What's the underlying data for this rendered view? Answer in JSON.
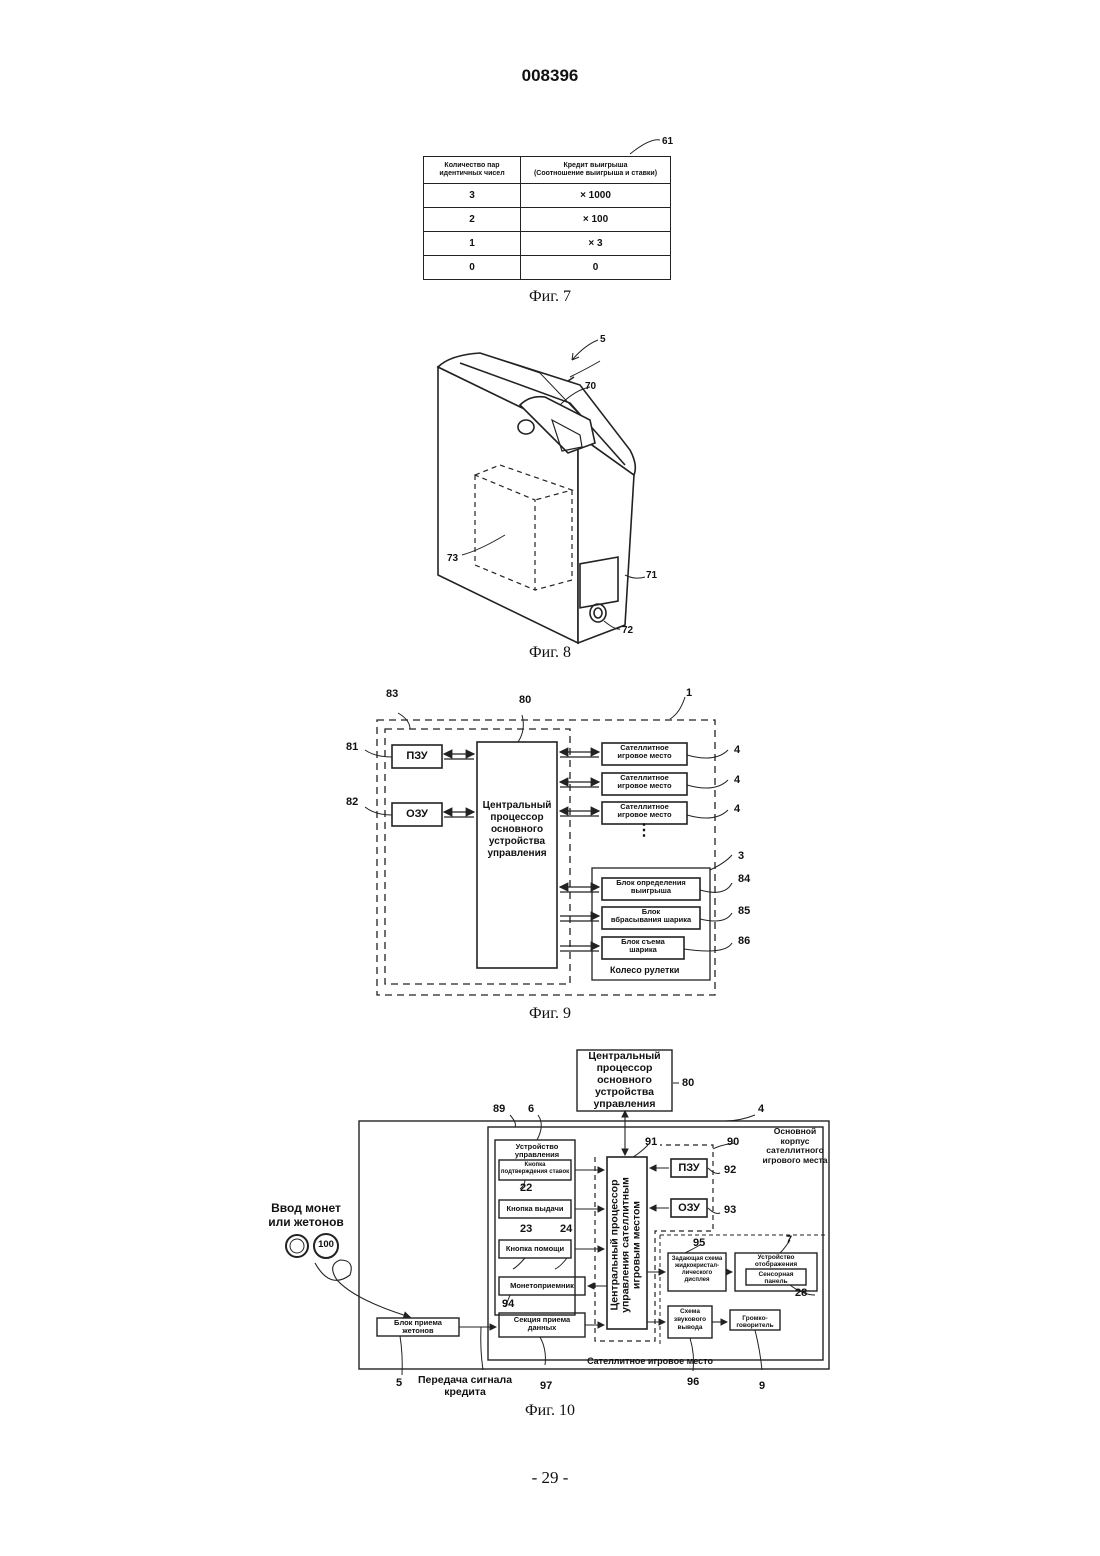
{
  "header": {
    "doc_number": "008396"
  },
  "fig7": {
    "ref": "61",
    "col_headers": [
      "Количество пар идентичных чисел",
      "Кредит выигрыша (Соотношение выигрыша и ставки)"
    ],
    "col_header_lines": [
      [
        "Количество пар",
        "идентичных чисел"
      ],
      [
        "Кредит выигрыша",
        "(Соотношение выигрыша и ставки)"
      ]
    ],
    "rows": [
      [
        "3",
        "× 1000"
      ],
      [
        "2",
        "× 100"
      ],
      [
        "1",
        "× 3"
      ],
      [
        "0",
        "0"
      ]
    ],
    "caption": "Фиг. 7"
  },
  "fig8": {
    "refs": {
      "device": "5",
      "slot": "70",
      "display": "71",
      "knob": "72",
      "inner": "73"
    },
    "caption": "Фиг. 8"
  },
  "fig9": {
    "refs": {
      "system": "1",
      "main": "83",
      "cpu": "80",
      "rom": "81",
      "ram": "82",
      "roulette": "3",
      "win": "84",
      "throw": "85",
      "remove": "86",
      "sat": "4"
    },
    "rom": "ПЗУ",
    "ram": "ОЗУ",
    "cpu_lines": [
      "Центральный",
      "процессор",
      "основного",
      "устройства",
      "управления"
    ],
    "satellite_lines": [
      "Сателлитное",
      "игровое место"
    ],
    "win_lines": [
      "Блок определения",
      "выигрыша"
    ],
    "throw_lines": [
      "Блок",
      "вбрасывания шарика"
    ],
    "remove_lines": [
      "Блок съема",
      "шарика"
    ],
    "roulette": "Колесо рулетки",
    "dots": "⋮",
    "caption": "Фиг. 9"
  },
  "fig10": {
    "refs": {
      "cpu": "80",
      "station": "4",
      "housing": "89",
      "control": "6",
      "sat_cpu": "91",
      "sub": "90",
      "rom": "92",
      "ram": "93",
      "btn_confirm": "22",
      "btn_pay": "23",
      "btn_help": "24",
      "coin": "94",
      "lcd": "95",
      "display": "7",
      "touch": "28",
      "data_rx": "97",
      "audio": "96",
      "speaker": "9",
      "token": "5"
    },
    "cpu_lines": [
      "Центральный",
      "процессор",
      "основного",
      "устройства",
      "управления"
    ],
    "housing_lines": [
      "Основной",
      "корпус",
      "сателлитного",
      "игрового места"
    ],
    "control_lines": [
      "Устройство",
      "управления"
    ],
    "btn_confirm_lines": [
      "Кнопка",
      "подтверждения ставок"
    ],
    "btn_pay": "Кнопка выдачи",
    "btn_help": "Кнопка помощи",
    "coin": "Монетоприемник",
    "data_rx_lines": [
      "Секция приема",
      "данных"
    ],
    "sat_cpu_lines": [
      "Центральный процессор",
      "управления сателлитным",
      "игровым местом"
    ],
    "rom": "ПЗУ",
    "ram": "ОЗУ",
    "lcd_lines": [
      "Задающая схема",
      "жидкокристал-",
      "лического",
      "дисплея"
    ],
    "display_lines": [
      "Устройство",
      "отображения"
    ],
    "touch_lines": [
      "Сенсорная",
      "панель"
    ],
    "audio_lines": [
      "Схема",
      "звукового",
      "вывода"
    ],
    "speaker_lines": [
      "Громко-",
      "говоритель"
    ],
    "token_lines": [
      "Блок приема",
      "жетонов"
    ],
    "coin_input_lines": [
      "Ввод монет",
      "или жетонов"
    ],
    "coin_100": "100",
    "credit_lines": [
      "Передача сигнала",
      "кредита"
    ],
    "station_label": "Сателлитное игровое место",
    "caption": "Фиг. 10"
  },
  "footer": {
    "page": "- 29 -"
  }
}
